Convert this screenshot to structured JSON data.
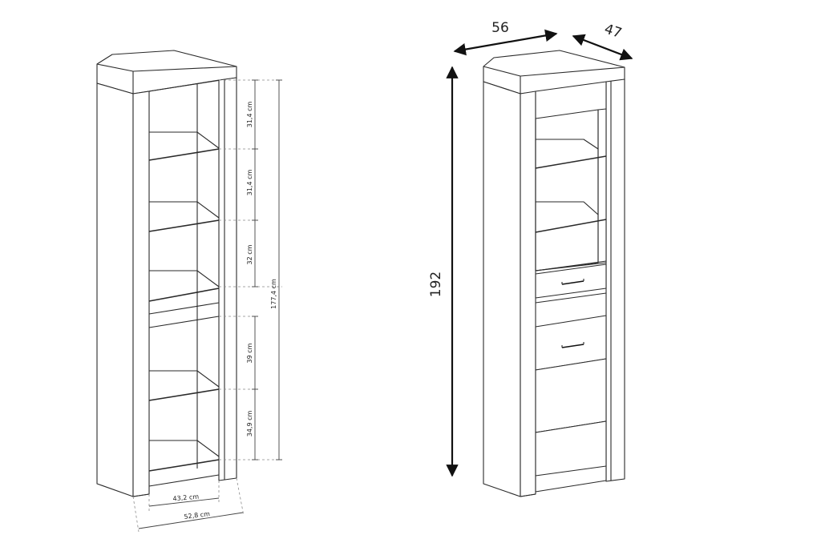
{
  "left_diagram": {
    "shelf_heights": [
      {
        "label": "31,4 cm"
      },
      {
        "label": "31,4 cm"
      },
      {
        "label": "32 cm"
      },
      {
        "label": "39 cm"
      },
      {
        "label": "34,9 cm"
      }
    ],
    "total_height": "177,4 cm",
    "inner_width": "43,2 cm",
    "outer_width": "52,8 cm"
  },
  "right_diagram": {
    "width": "56",
    "depth": "47",
    "height": "192"
  }
}
